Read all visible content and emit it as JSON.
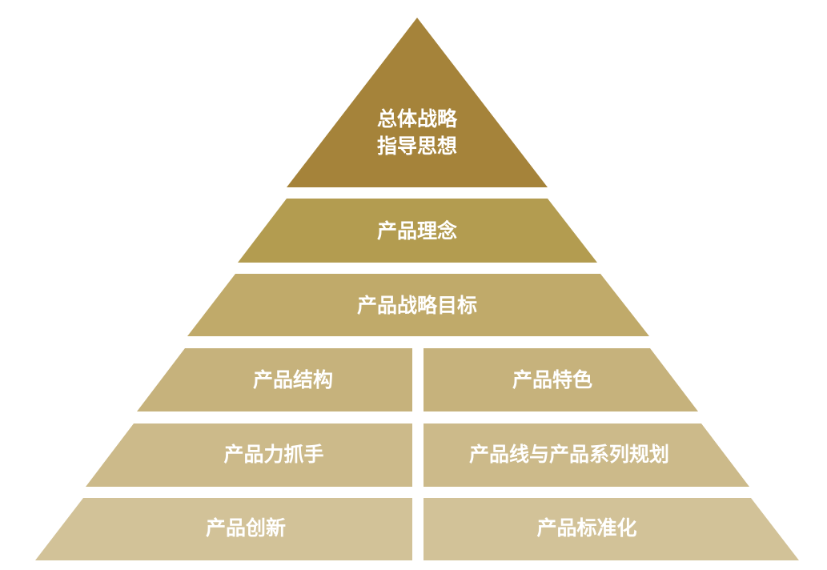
{
  "pyramid": {
    "top": {
      "line1": "总体战略",
      "line2": "指导思想",
      "color": "#a5833a"
    },
    "tier2": {
      "label": "产品理念",
      "color": "#b39c50"
    },
    "tier3": {
      "label": "产品战略目标",
      "color": "#c0aa6a"
    },
    "tier4": {
      "left": "产品结构",
      "right": "产品特色",
      "color": "#c6b27c"
    },
    "tier5": {
      "left": "产品力抓手",
      "right": "产品线与产品系列规划",
      "color": "#ccba8a"
    },
    "tier6": {
      "left": "产品创新",
      "right": "产品标准化",
      "color": "#d2c298"
    }
  }
}
